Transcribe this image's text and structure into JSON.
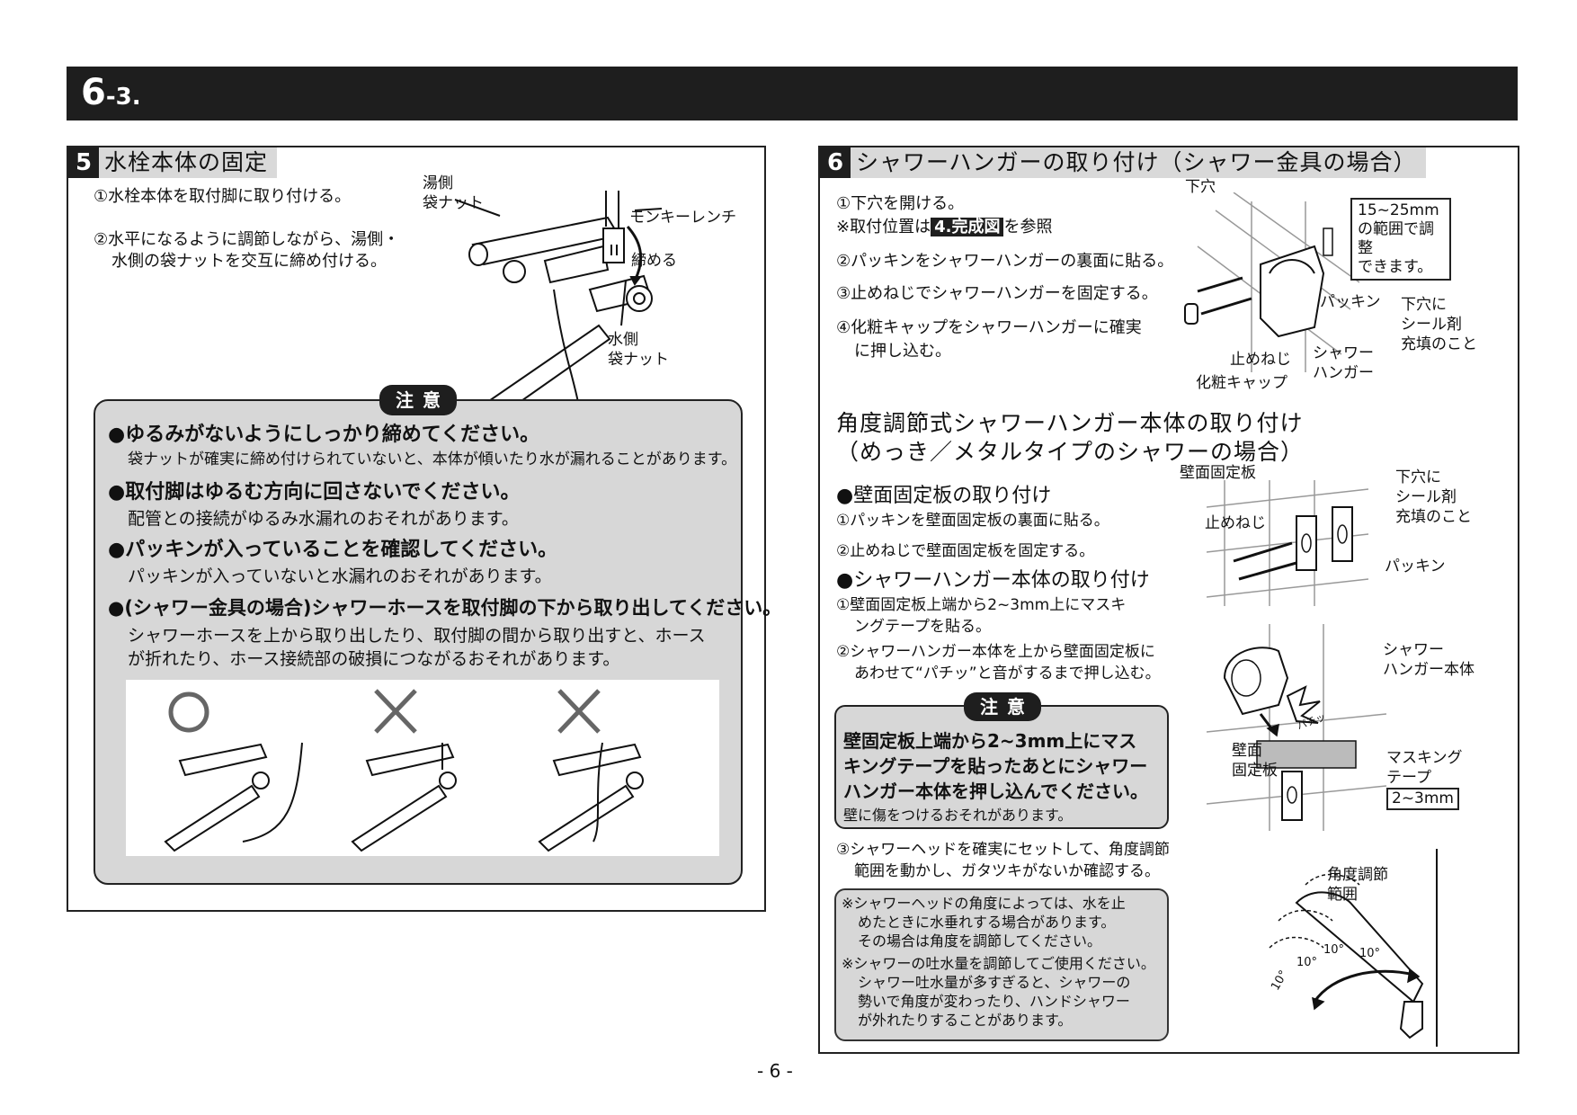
{
  "header": {
    "number": "6",
    "sub": "-3."
  },
  "left": {
    "section_number": "5",
    "section_title": "水栓本体の固定",
    "steps": [
      "①水栓本体を取付脚に取り付ける。",
      "②水平になるように調節しながら、湯側・",
      "水側の袋ナットを交互に締め付ける。"
    ],
    "labels": {
      "hot_side_1": "湯側",
      "hot_side_2": "袋ナット",
      "wrench": "モンキーレンチ",
      "tighten": "締める",
      "water_side_1": "水側",
      "water_side_2": "袋ナット"
    },
    "caution": {
      "tag": "注意",
      "items": [
        {
          "head": "●ゆるみがないようにしっかり締めてください。",
          "body": [
            "袋ナットが確実に締め付けられていないと、本体が傾いたり水が漏れることがあります。"
          ]
        },
        {
          "head": "●取付脚はゆるむ方向に回さないでください。",
          "body": [
            "配管との接続がゆるみ水漏れのおそれがあります。"
          ]
        },
        {
          "head": "●パッキンが入っていることを確認してください。",
          "body": [
            "パッキンが入っていないと水漏れのおそれがあります。"
          ]
        },
        {
          "head": "●(シャワー金具の場合)シャワーホースを取付脚の下から取り出してください。",
          "body": [
            "シャワーホースを上から取り出したり、取付脚の間から取り出すと、ホース",
            "が折れたり、ホース接続部の破損につながるおそれがあります。"
          ]
        }
      ]
    }
  },
  "right": {
    "section_number": "6",
    "section_title": "シャワーハンガーの取り付け（シャワー金具の場合）",
    "steps": {
      "s1": "①下穴を開ける。",
      "s1_note_a": "※取付位置は",
      "s1_note_ref": "4.完成図",
      "s1_note_b": "を参照",
      "s2": "②パッキンをシャワーハンガーの裏面に貼る。",
      "s3": "③止めねじでシャワーハンガーを固定する。",
      "s4a": "④化粧キャップをシャワーハンガーに確実",
      "s4b": "に押し込む。"
    },
    "fig1_labels": {
      "pilot": "下穴",
      "callout": [
        "15~25mm",
        "の範囲で調整",
        "できます。"
      ],
      "packing": "パッキン",
      "sealant": [
        "下穴に",
        "シール剤",
        "充填のこと"
      ],
      "screw": "止めねじ",
      "hanger": [
        "シャワー",
        "ハンガー"
      ],
      "cap": "化粧キャップ"
    },
    "sub_title": [
      "角度調節式シャワーハンガー本体の取り付け",
      "（めっき／メタルタイプのシャワーの場合）"
    ],
    "wall_plate": {
      "head": "●壁面固定板の取り付け",
      "steps": [
        "①パッキンを壁面固定板の裏面に貼る。",
        "②止めねじで壁面固定板を固定する。"
      ]
    },
    "hanger_body": {
      "head": "●シャワーハンガー本体の取り付け",
      "steps": [
        "①壁面固定板上端から2~3mm上にマスキ",
        "ングテープを貼る。",
        "②シャワーハンガー本体を上から壁面固定板に",
        "あわせて“パチッ”と音がするまで押し込む。"
      ]
    },
    "fig2_labels": {
      "plate": "壁面固定板",
      "screw": "止めねじ",
      "sealant": [
        "下穴に",
        "シール剤",
        "充填のこと"
      ],
      "packing": "パッキン"
    },
    "fig3_labels": {
      "hanger_body": [
        "シャワー",
        "ハンガー本体"
      ],
      "click": "パチッ",
      "plate": [
        "壁面",
        "固定板"
      ],
      "tape": [
        "マスキング",
        "テープ"
      ],
      "gap": "2~3mm"
    },
    "caution": {
      "tag": "注意",
      "head": [
        "壁固定板上端から2~3mm上にマス",
        "キングテープを貼ったあとにシャワー",
        "ハンガー本体を押し込んでください。"
      ],
      "body": "壁に傷をつけるおそれがあります。"
    },
    "step3": [
      "③シャワーヘッドを確実にセットして、角度調節",
      "範囲を動かし、ガタツキがないか確認する。"
    ],
    "notes": [
      "※シャワーヘッドの角度によっては、水を止",
      "めたときに水垂れする場合があります。",
      "その場合は角度を調節してください。",
      "※シャワーの吐水量を調節してご使用ください。",
      "シャワー吐水量が多すぎると、シャワーの",
      "勢いで角度が変わったり、ハンドシャワー",
      "が外れたりすることがあります。"
    ],
    "fig4_labels": {
      "range": [
        "角度調節",
        "範囲"
      ],
      "deg": "10°"
    }
  },
  "footer": {
    "page": "- 6 -"
  }
}
